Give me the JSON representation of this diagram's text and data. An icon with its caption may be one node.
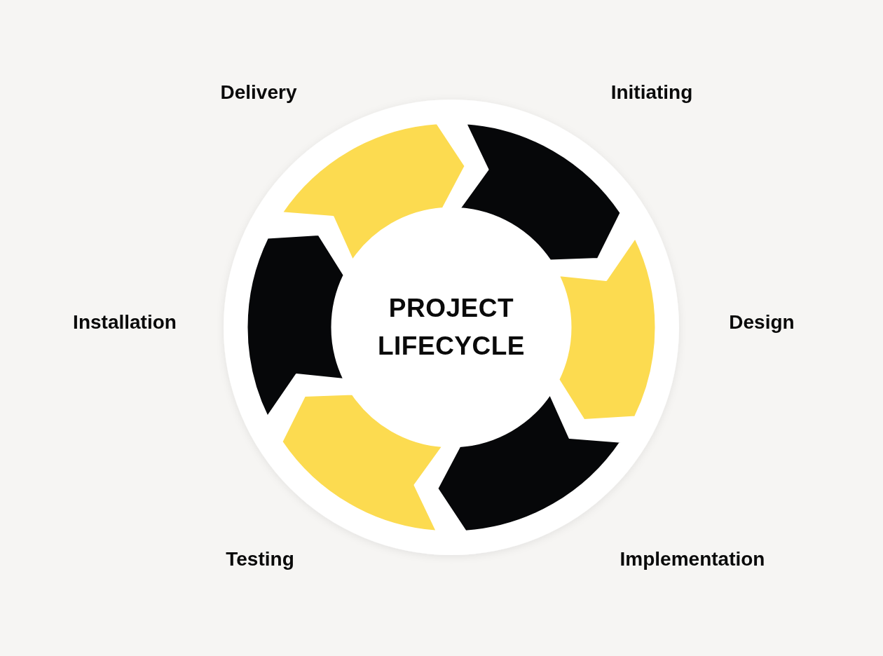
{
  "diagram": {
    "nodes": [
      {
        "text": [
          "PROJECT LIFECYCLE"
        ]
      }
    ],
    "labels": [
      "Delivery",
      "Initiating",
      "Installation",
      "Design",
      "Testing",
      "Implementation"
    ]
  }
}
